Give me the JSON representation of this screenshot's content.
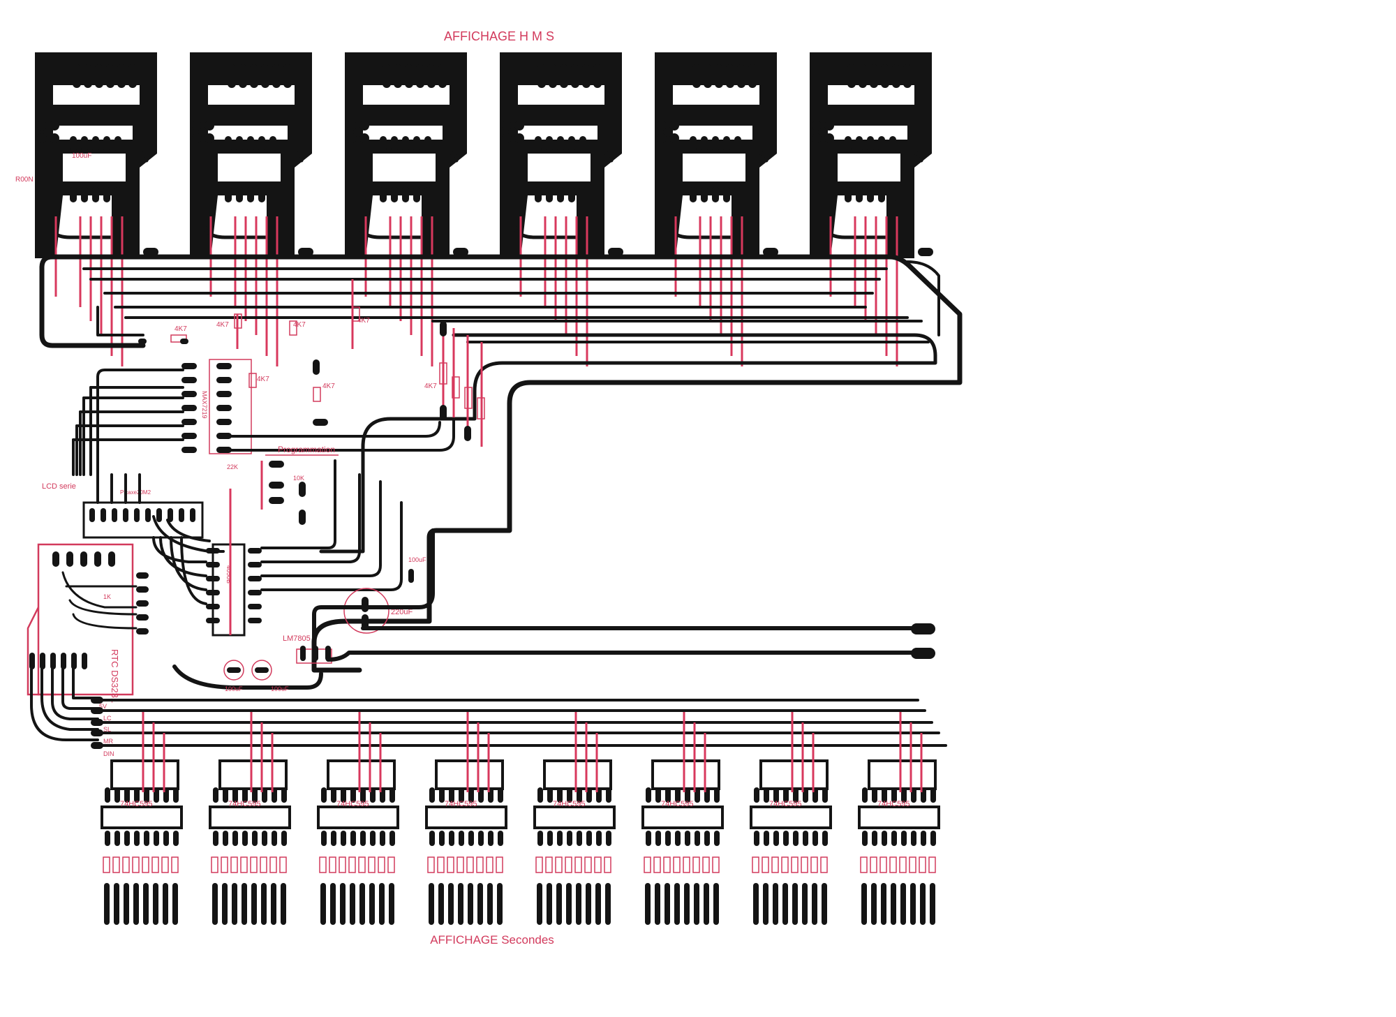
{
  "title_top": "AFFICHAGE H M S",
  "title_bottom": "AFFICHAGE  Secondes",
  "labels": {
    "programmation": "Programmation",
    "lcd": "LCD serie",
    "pic": "Picaxe20M2",
    "rtc": "RTC DS3231",
    "regulator": "LM7805",
    "cap_220": "220uF",
    "cap_100a": "100uF",
    "cap_100b": "100uF",
    "cap_100c": "100uF",
    "cap_100d": "100uF",
    "res_left": "R00N",
    "r4k7_a": "4K7",
    "r4k7_b": "4K7",
    "r4k7_c": "4K7",
    "r4k7_d": "4K7",
    "r4k7_e": "4K7",
    "r4k7_f": "4K7",
    "r4k7_g": "4K7",
    "r22k": "22K",
    "r10k": "10K",
    "r1k": "1K",
    "ic_mid": "4050B",
    "ic_upper": "MAX7219",
    "bus": [
      "5V",
      "LC",
      "SL",
      "MR",
      "DIN"
    ],
    "shift_register": "74HC595"
  },
  "colors": {
    "copper": "#141414",
    "silkscreen": "#d23a5c",
    "background": "#ffffff"
  }
}
